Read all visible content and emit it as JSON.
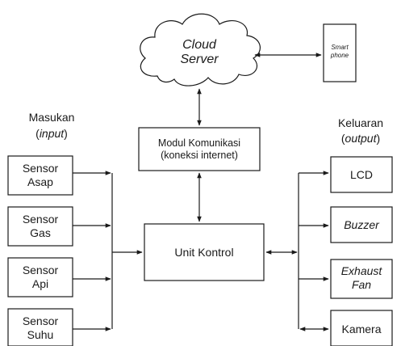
{
  "cloud": {
    "line1": "Cloud",
    "line2": "Server"
  },
  "phone": {
    "line1": "Smart",
    "line2": "phone"
  },
  "input_header": {
    "line1": "Masukan",
    "open": "(",
    "italic": "input",
    "close": ")"
  },
  "output_header": {
    "line1": "Keluaran",
    "open": "(",
    "italic": "output",
    "close": ")"
  },
  "comm_module": {
    "line1": "Modul Komunikasi",
    "line2": "(koneksi internet)"
  },
  "control_unit": {
    "label": "Unit Kontrol"
  },
  "inputs": [
    {
      "line1": "Sensor",
      "line2": "Asap"
    },
    {
      "line1": "Sensor",
      "line2": "Gas"
    },
    {
      "line1": "Sensor",
      "line2": "Api"
    },
    {
      "line1": "Sensor",
      "line2": "Suhu"
    }
  ],
  "outputs": [
    {
      "line1": "LCD",
      "line2": "",
      "italic": false
    },
    {
      "line1": "Buzzer",
      "line2": "",
      "italic": true
    },
    {
      "line1": "Exhaust",
      "line2": "Fan",
      "italic": true
    },
    {
      "line1": "Kamera",
      "line2": "",
      "italic": false
    }
  ]
}
